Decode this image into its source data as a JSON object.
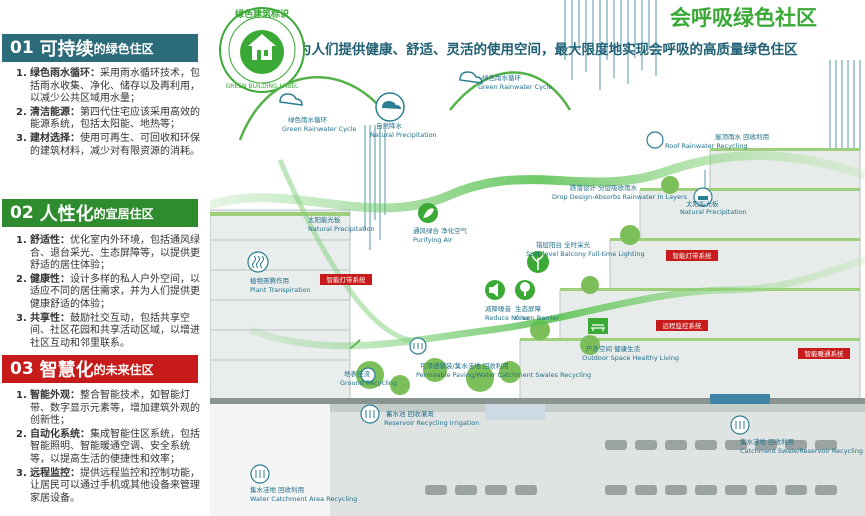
{
  "header": {
    "title": "会呼吸绿色社区",
    "subtitle": "为人们提供健康、舒适、灵活的使用空间，最大限度地实现会呼吸的高质量绿色住区"
  },
  "badge": {
    "top_text": "绿色建筑标识",
    "bottom_text": "GREEN BUILDING LABEL"
  },
  "sections": [
    {
      "number": "01",
      "highlight": "可持续",
      "suffix": "的绿色住区",
      "color": "#2c6c7a",
      "items": [
        {
          "n": "1.",
          "key": "绿色雨水循环：",
          "text": "采用雨水循环技术，包括雨水收集、净化、储存以及再利用，以减少公共区域用水量；"
        },
        {
          "n": "2.",
          "key": "清洁能源：",
          "text": "第四代住宅应该采用高效的能源系统，包括太阳能、地热等；"
        },
        {
          "n": "3.",
          "key": "建材选择：",
          "text": "使用可再生、可回收和环保的建筑材料，减少对有限资源的消耗。"
        }
      ]
    },
    {
      "number": "02",
      "highlight": "人性化",
      "suffix": "的宜居住区",
      "color": "#2e8b2e",
      "items": [
        {
          "n": "1.",
          "key": "舒适性：",
          "text": "优化室内外环境，包括通风绿合、退台采光、生态屏障等，以提供更舒适的居住体验；"
        },
        {
          "n": "2.",
          "key": "健康性：",
          "text": "设计多样的私人户外空间，以适应不同的居住需求，并为人们提供更健康舒适的体验；"
        },
        {
          "n": "3.",
          "key": "共享性：",
          "text": "鼓励社交互动，包括共享空间、社区花园和共享活动区域，以增进社区互动和邻里联系。"
        }
      ]
    },
    {
      "number": "03",
      "highlight": "智慧化",
      "suffix": "的未来住区",
      "color": "#c71a1a",
      "items": [
        {
          "n": "1.",
          "key": "智能外观：",
          "text": "整合智能技术，如智能灯带、数字显示元素等，增加建筑外观的创新性；"
        },
        {
          "n": "2.",
          "key": "自动化系统：",
          "text": "集成智能住区系统，包括智能照明、智能暖通空调、安全系统等，以提高生活的便捷性和效率；"
        },
        {
          "n": "3.",
          "key": "远程监控：",
          "text": "提供远程监控和控制功能，让居民可以通过手机或其他设备来管理家居设备。"
        }
      ]
    }
  ],
  "callouts": {
    "rain_cycle_left": {
      "cn": "绿色雨水循环",
      "en": "Green Rainwater Cycle"
    },
    "natural_precip_top": {
      "cn": "自然降水",
      "en": "Natural Precipitation"
    },
    "rain_cycle_right": {
      "cn": "绿色雨水循环",
      "en": "Green Rainwater Cycle"
    },
    "roof_recycling": {
      "cn": "屋顶雨水 回收利用",
      "en": "Roof Rainwater Recycling"
    },
    "drop_design": {
      "cn": "跌落设计 分层吸收雨水",
      "en": "Drop Design-Absorbs Rainwater In Layers"
    },
    "solar_precip": {
      "cn": "太阳能光板",
      "en": "Natural Precipitation"
    },
    "natural_precip_left": {
      "cn": "太阳能光板",
      "en": "Natural Precipitation"
    },
    "purifying_air": {
      "cn": "通风绿合 净化空气",
      "en": "Purifying Air"
    },
    "split_balcony": {
      "cn": "错层阳台 全时采光",
      "en": "Split-level Balcony Full-time Lighting"
    },
    "plant_transpiration": {
      "cn": "植物蒸腾作用",
      "en": "Plant Transpiration"
    },
    "reduce_noise": {
      "cn": "减降噪音",
      "en": "Reduce Noise"
    },
    "eco_barrier": {
      "cn": "生态屏障",
      "en": "Green Barrier"
    },
    "outdoor_space": {
      "cn": "户外空间 健康生活",
      "en": "Outdoor Space Healthy Living"
    },
    "permeable_paving": {
      "cn": "可渗透铺装/集水洼地 回收利用",
      "en": "Permeable Paving/Water Catchment Swales Recycling"
    },
    "ground_recycling": {
      "cn": "地表径流",
      "en": "Ground Recycling"
    },
    "reservoir_irrigation": {
      "cn": "蓄水池 回收灌溉",
      "en": "Reservoir Recycling Irrigation"
    },
    "catchment_swale": {
      "cn": "集水洼地 回收利用",
      "en": "Catchment Swale/Reservoir Recycling"
    },
    "water_catchment": {
      "cn": "集水洼地 回收利用",
      "en": "Water Catchment Area Recycling"
    }
  },
  "red_tags": {
    "smart_light_1": "智能灯带系统",
    "smart_light_2": "智能灯带系统",
    "remote_monitor": "远程监控系统",
    "smart_hvac": "智能暖通系统"
  },
  "colors": {
    "teal": "#2c6c7a",
    "green": "#2e8b2e",
    "red": "#c71a1a",
    "title_green": "#3aa935",
    "callout_blue": "#1f6f8a"
  }
}
